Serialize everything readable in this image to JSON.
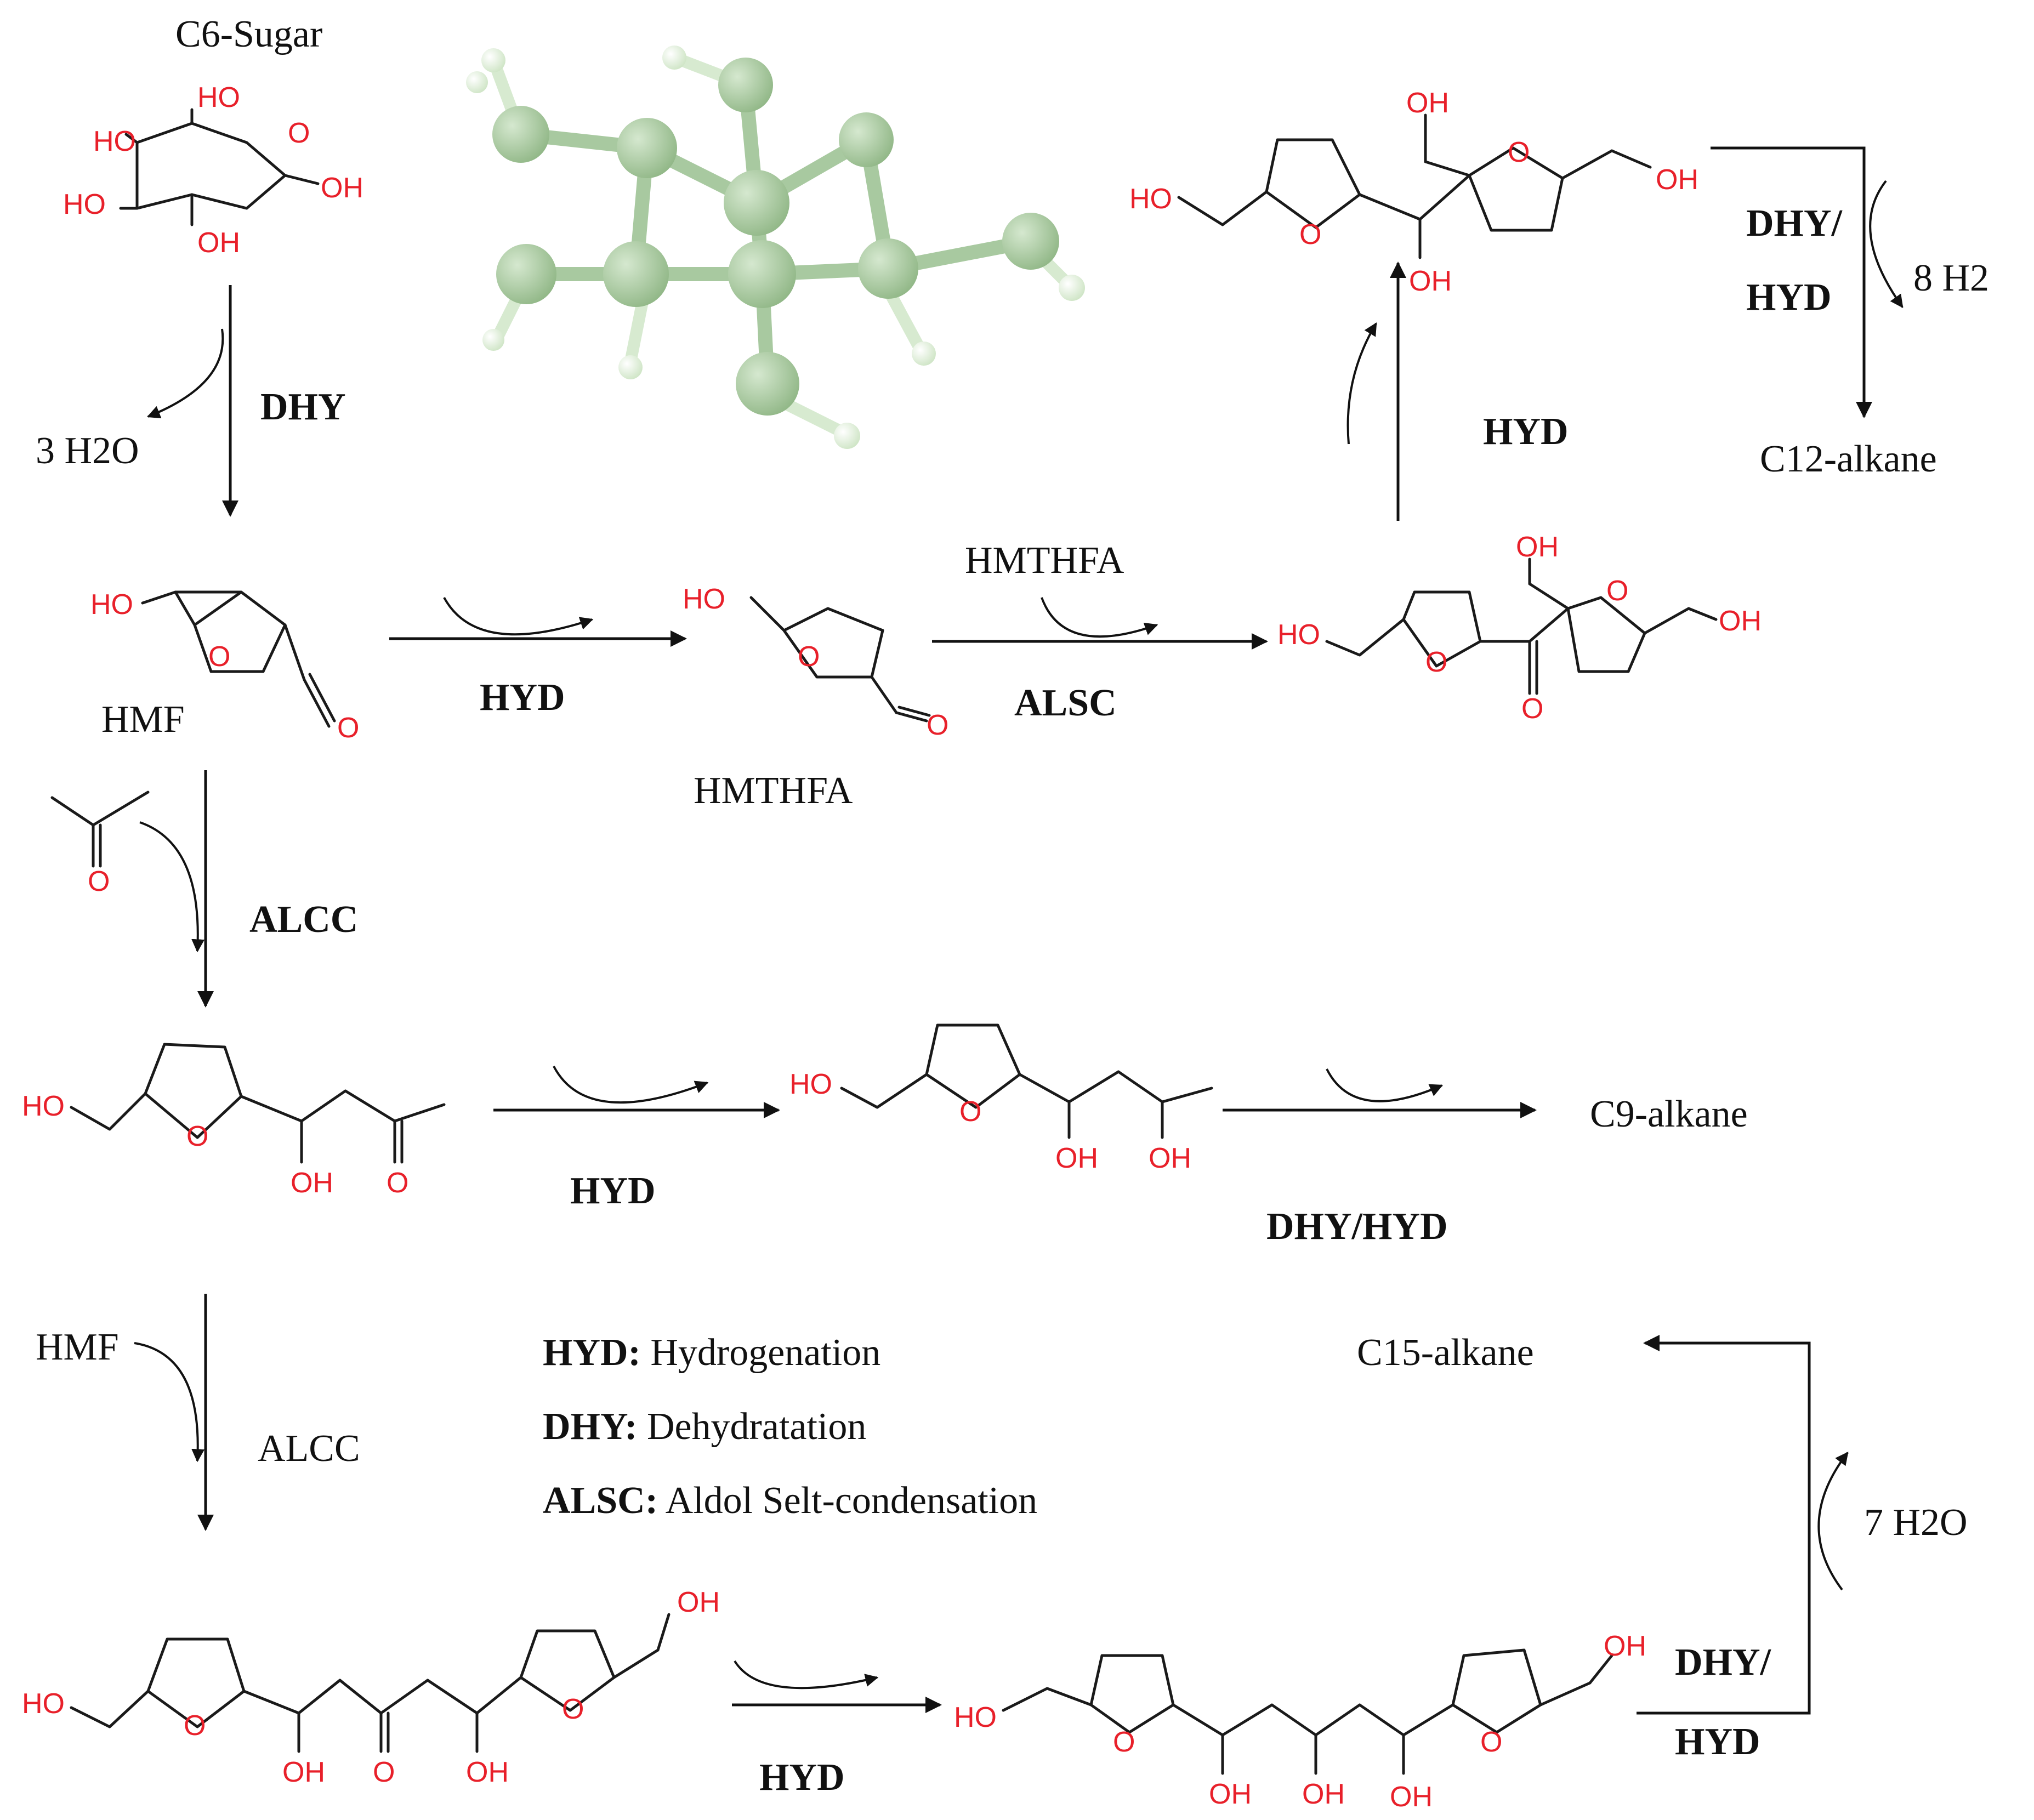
{
  "labels": {
    "c6_sugar": "C6-Sugar",
    "hmf": "HMF",
    "hmthfa": "HMTHFA",
    "hmthfa_reagent": "HMTHFA",
    "hmf_reagent": "HMF",
    "water_3": "3 H2O",
    "water_7": "7 H2O",
    "h2_8": "8    H2",
    "c9_alkane": "C9-alkane",
    "c12_alkane": "C12-alkane",
    "c15_alkane": "C15-alkane"
  },
  "steps": {
    "dhy": "DHY",
    "hyd_1": "HYD",
    "alsc": "ALSC",
    "hyd_up": "HYD",
    "dhy_hyd_top_1": "DHY/",
    "dhy_hyd_top_2": "HYD",
    "alcc_1": "ALCC",
    "hyd_2": "HYD",
    "dhy_hyd_mid": "DHY/HYD",
    "alcc_2": "ALCC",
    "hyd_3": "HYD",
    "dhy_hyd_bot_1": "DHY/",
    "dhy_hyd_bot_2": "HYD"
  },
  "legend": [
    {
      "abbr": "HYD:",
      "text": " Hydrogenation"
    },
    {
      "abbr": "DHY:",
      "text": " Dehydratation"
    },
    {
      "abbr": "ALSC:",
      "text": " Aldol Selt-condensation"
    }
  ],
  "atoms": {
    "oh": "OH",
    "ho": "HO",
    "o": "O"
  },
  "colors": {
    "heteroatom": "#e8202a",
    "bond": "#1a1a1a",
    "ball_model_carbon": "#a8c9a0",
    "ball_model_hydrogen": "#e8f4e2"
  }
}
